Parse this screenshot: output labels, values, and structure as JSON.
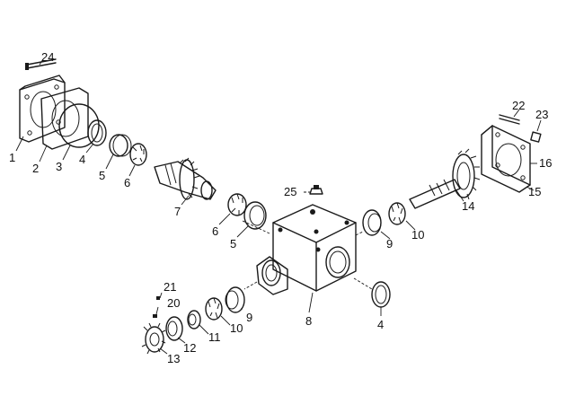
{
  "callouts": [
    {
      "id": "c1",
      "text": "1"
    },
    {
      "id": "c2",
      "text": "2"
    },
    {
      "id": "c3",
      "text": "3"
    },
    {
      "id": "c4a",
      "text": "4"
    },
    {
      "id": "c5a",
      "text": "5"
    },
    {
      "id": "c6a",
      "text": "6"
    },
    {
      "id": "c7",
      "text": "7"
    },
    {
      "id": "c6b",
      "text": "6"
    },
    {
      "id": "c5b",
      "text": "5"
    },
    {
      "id": "c25",
      "text": "25"
    },
    {
      "id": "c24",
      "text": "24"
    },
    {
      "id": "c22",
      "text": "22"
    },
    {
      "id": "c23",
      "text": "23"
    },
    {
      "id": "c16",
      "text": "16"
    },
    {
      "id": "c15",
      "text": "15"
    },
    {
      "id": "c14",
      "text": "14"
    },
    {
      "id": "c10a",
      "text": "10"
    },
    {
      "id": "c9a",
      "text": "9"
    },
    {
      "id": "c8",
      "text": "8"
    },
    {
      "id": "c4b",
      "text": "4"
    },
    {
      "id": "c21",
      "text": "21"
    },
    {
      "id": "c20",
      "text": "20"
    },
    {
      "id": "c9b",
      "text": "9"
    },
    {
      "id": "c10b",
      "text": "10"
    },
    {
      "id": "c11",
      "text": "11"
    },
    {
      "id": "c12",
      "text": "12"
    },
    {
      "id": "c13",
      "text": "13"
    }
  ]
}
